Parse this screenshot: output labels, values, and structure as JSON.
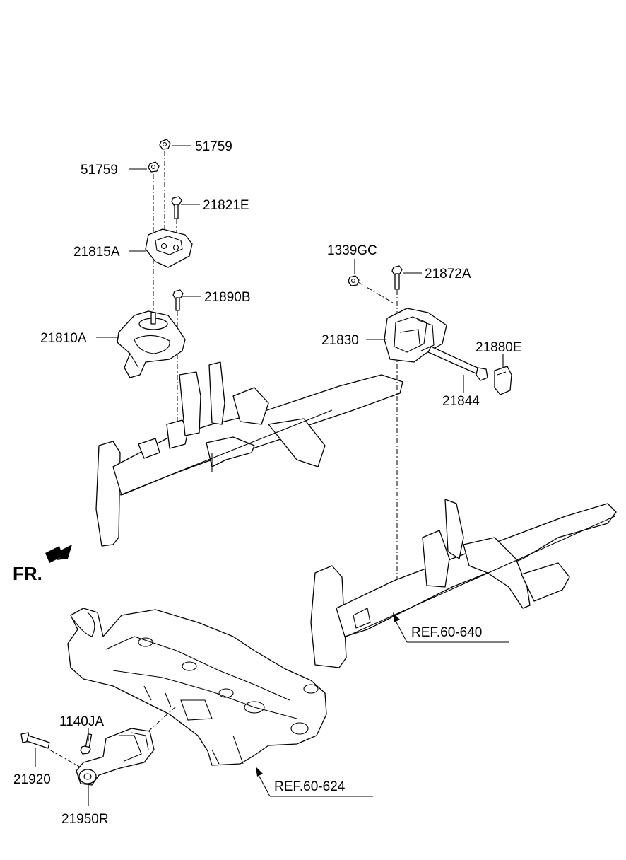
{
  "parts": {
    "p51759_top": "51759",
    "p51759_left": "51759",
    "p21821E": "21821E",
    "p21815A": "21815A",
    "p21890B": "21890B",
    "p21810A": "21810A",
    "p1339GC": "1339GC",
    "p21872A": "21872A",
    "p21830": "21830",
    "p21880E": "21880E",
    "p21844": "21844",
    "p1140JA": "1140JA",
    "p21920": "21920",
    "p21950R": "21950R"
  },
  "refs": {
    "ref_60_640": "REF.60-640",
    "ref_60_624": "REF.60-624"
  },
  "direction": {
    "front": "FR."
  }
}
